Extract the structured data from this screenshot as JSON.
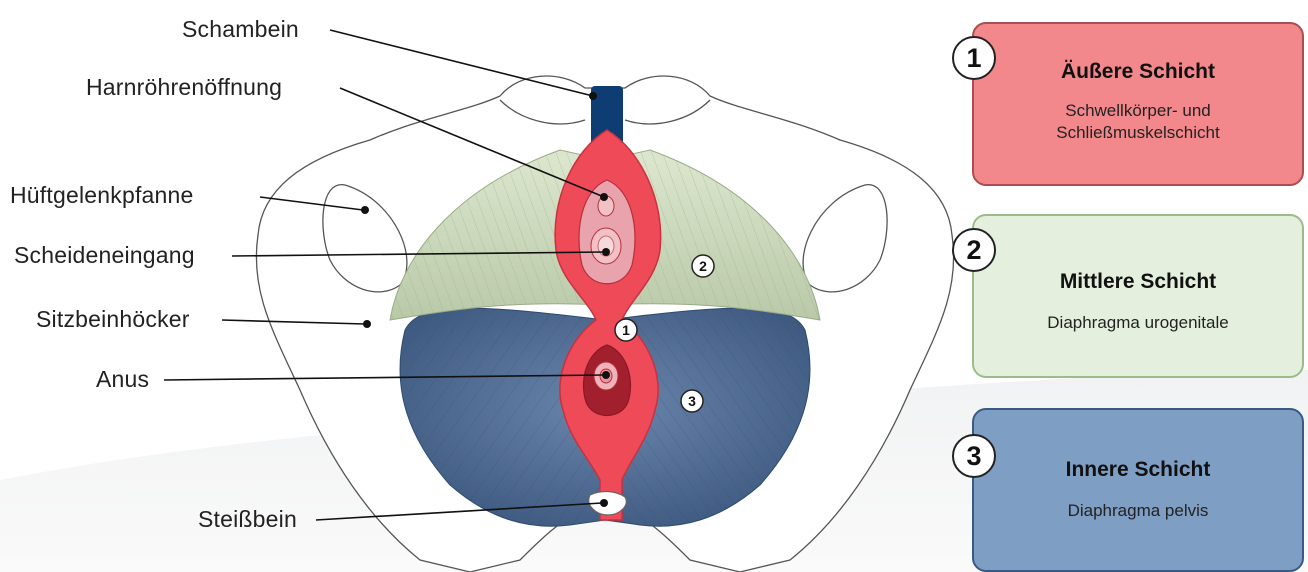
{
  "labels": {
    "schambein": "Schambein",
    "harnroehrenoeffnung": "Harnröhrenöffnung",
    "hueftgelenkpfanne": "Hüftgelenkpfanne",
    "scheideneingang": "Scheideneingang",
    "sitzbeinhoecker": "Sitzbeinhöcker",
    "anus": "Anus",
    "steissbein": "Steißbein"
  },
  "markers": {
    "one": "1",
    "two": "2",
    "three": "3"
  },
  "layers": [
    {
      "number": "1",
      "title": "Äußere Schicht",
      "line1": "Schwellkörper- und",
      "line2": "Schließmuskelschicht"
    },
    {
      "number": "2",
      "title": "Mittlere Schicht",
      "line1": "Diaphragma urogenitale",
      "line2": ""
    },
    {
      "number": "3",
      "title": "Innere Schicht",
      "line1": "Diaphragma pelvis",
      "line2": ""
    }
  ],
  "colors": {
    "outer_layer": "#f2888b",
    "middle_layer": "#e4f0dd",
    "inner_layer": "#7f9ec4",
    "muscle_red": "#ee4a58",
    "pubic_blue": "#0d3d73",
    "fascia_green": "#cfdcbf",
    "pelvic_floor_blue": "#4f6c94"
  }
}
